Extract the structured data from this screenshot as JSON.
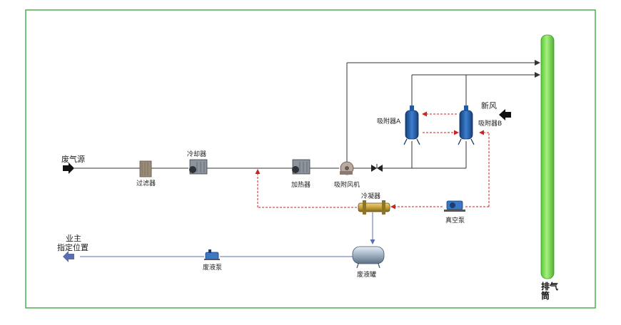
{
  "labels": {
    "exhaust_source": "废气源",
    "filter": "过滤器",
    "cooler": "冷却器",
    "heater": "加热器",
    "adsorption_fan": "吸附风机",
    "adsorber_a": "吸附器A",
    "adsorber_b": "吸附器B",
    "fresh_air": "新风",
    "condenser": "冷凝器",
    "vacuum_pump": "真空泵",
    "waste_tank": "废液罐",
    "waste_pump": "废液泵",
    "owner_line1": "业主",
    "owner_line2": "指定位置",
    "stack_line1": "排气",
    "stack_line2": "筒"
  },
  "colors": {
    "frame": "#4caf50",
    "process_line": "#333333",
    "regen_line": "#cc2222",
    "stack_fill": "#7ddc55",
    "vessel_blue": "#1f5aa6",
    "condenser_body": "#c9a33a",
    "liquid_line": "#5a6fb0"
  }
}
